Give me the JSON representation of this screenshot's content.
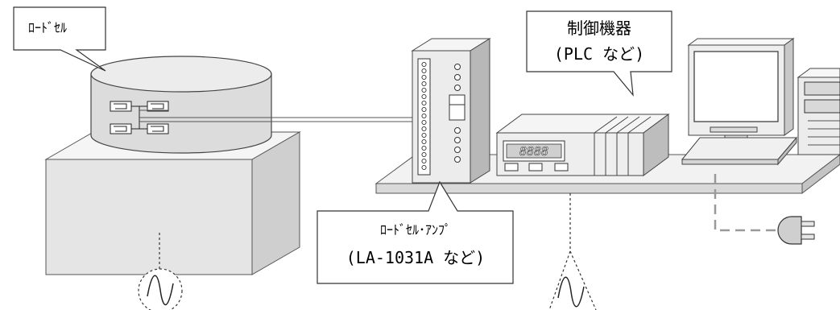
{
  "callouts": {
    "loadcell": "ﾛｰﾄﾞｾﾙ",
    "amplifier": {
      "line1": "ﾛｰﾄﾞｾﾙ･ｱﾝﾌﾟ",
      "line2": "(LA-1031A など)"
    },
    "controller": {
      "line1": "制御機器",
      "line2": "(PLC など)"
    }
  },
  "display_readout": "8888"
}
